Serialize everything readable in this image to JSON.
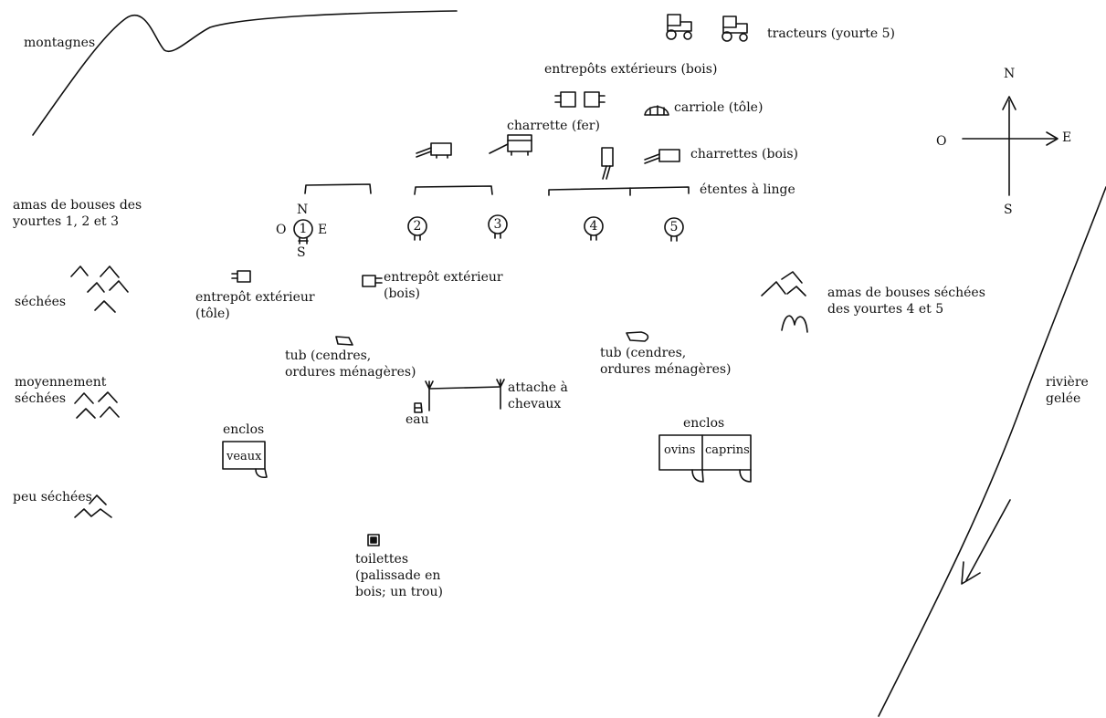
{
  "colors": {
    "ink": "#111111",
    "paper": "#ffffff"
  },
  "labels": {
    "mountains": "montagnes",
    "tractors": "tracteurs (yourte 5)",
    "storage_outdoor_top": "entrepôts extérieurs (bois)",
    "cart_metal": "charrette (fer)",
    "wagon": "carriole (tôle)",
    "carts_wood": "charrettes (bois)",
    "clotheslines": "étentes à linge",
    "dung_west_title_1": "amas de bouses des",
    "dung_west_title_2": "yourtes 1, 2 et 3",
    "dried": "séchées",
    "medium_dried_1": "moyennement",
    "medium_dried_2": "séchées",
    "little_dried": "peu séchées",
    "storage_tin_1": "entrepôt extérieur",
    "storage_tin_2": "(tôle)",
    "storage_wood_1": "entrepôt extérieur",
    "storage_wood_2": "(bois)",
    "dung_east_1": "amas de bouses séchées",
    "dung_east_2": "des yourtes 4 et 5",
    "tub_left_1": "tub (cendres,",
    "tub_left_2": "ordures ménagères)",
    "tub_right_1": "tub (cendres,",
    "tub_right_2": "ordures ménagères)",
    "horse_tie_1": "attache à",
    "horse_tie_2": "chevaux",
    "water": "eau",
    "pen_left_title": "enclos",
    "pen_left_cell": "veaux",
    "pen_right_title": "enclos",
    "pen_right_cell_1": "ovins",
    "pen_right_cell_2": "caprins",
    "toilets_1": "toilettes",
    "toilets_2": "(palissade en",
    "toilets_3": "bois; un trou)",
    "river_1": "rivière",
    "river_2": "gelée"
  },
  "compass": {
    "north": "N",
    "south": "S",
    "east": "E",
    "west": "O"
  },
  "yurt1_compass": {
    "north": "N",
    "south": "S",
    "east": "E",
    "west": "O"
  },
  "yurts": [
    "1",
    "2",
    "3",
    "4",
    "5"
  ],
  "icons": [
    "mountain-ridge-line",
    "river-bank-line",
    "river-flow-arrow-icon",
    "tractor-icon",
    "cart-icon",
    "storage-shed-icon",
    "clothesline-icon",
    "yurt-icon",
    "dung-heap-icon",
    "tub-icon",
    "hitching-post-icon",
    "water-container-icon",
    "pen-enclosure-icon",
    "toilet-icon",
    "compass-rose-icon"
  ]
}
